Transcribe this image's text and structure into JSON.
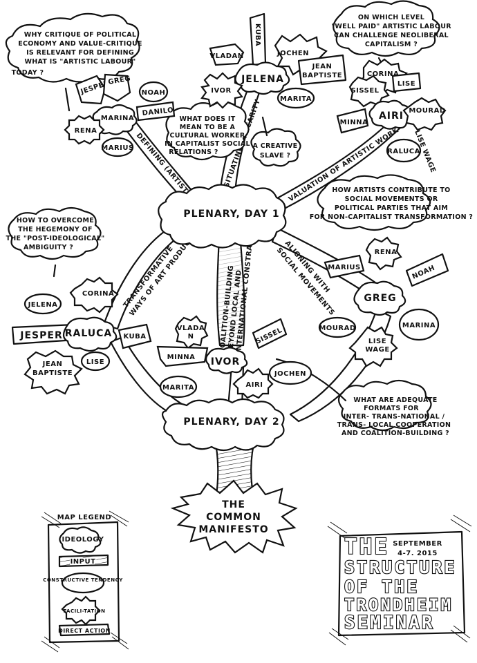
{
  "title": {
    "date_line1": "SEPTEMBER",
    "date_line2": "4-7. 2015",
    "lines": [
      "THE",
      "STRUCTURE",
      "OF THE",
      "TRONDHEIM",
      "SEMINAR"
    ]
  },
  "plenaries": {
    "day1": "PLENARY, DAY 1",
    "day2": "PLENARY, DAY 2"
  },
  "root": [
    "THE",
    "COMMON",
    "MANIFESTO"
  ],
  "branches": {
    "defining": "DEFINING (ARTISTIC) WORK",
    "precarity": "SITUATING PRECARITY",
    "valuation": "VALUATION OF ARTISTIC WORK",
    "transformative": [
      "TRANSFORMATIVE",
      "WAYS OF ART PRODUCTION"
    ],
    "coalition": [
      "COALITION-BUILDING",
      "BEYOND LOCAL AND",
      "INTERNATIONAL CONSTRAINTS"
    ],
    "aligning": [
      "ALIGNING WITH",
      "SOCIAL MOVEMENTS"
    ],
    "lise_wage": "LISE WAGE"
  },
  "questions": {
    "q1": [
      "WHY CRITIQUE OF POLITICAL",
      "ECONOMY AND VALUE-CRITIQUE",
      "IS RELEVANT FOR DEFINING",
      "WHAT IS \"ARTISTIC LABOUR\"",
      "TODAY ?"
    ],
    "q2": [
      "WHAT DOES IT",
      "MEAN TO BE A",
      "CULTURAL WORKER",
      "IN CAPITALIST SOCIAL",
      "RELATIONS ?"
    ],
    "q3": [
      "A CREATIVE",
      "SLAVE ?"
    ],
    "q4": [
      "ON WHICH LEVEL",
      "\"WELL PAID\" ARTISTIC LABOUR",
      "CAN CHALLENGE NEOLIBERAL",
      "CAPITALISM ?"
    ],
    "q5": [
      "HOW ARTISTS CONTRIBUTE TO",
      "SOCIAL MOVEMENTS   OR",
      "POLITICAL PARTIES THAT AIM",
      "FOR NON-CAPITALIST TRANSFORMATION ?"
    ],
    "q6": [
      "HOW TO OVERCOME",
      "THE HEGEMONY OF",
      "THE \"POST-IDEOLOGICAL\"",
      "AMBIGUITY ?"
    ],
    "q7": [
      "WHAT ARE ADEQUATE",
      "FORMATS FOR",
      "INTER- TRANS-NATIONAL /",
      "TRANS- LOCAL COOPERATION",
      "AND COALITION-BUILDING ?"
    ]
  },
  "people": {
    "marina_top": "MARINA",
    "jesper_top": "JESPER",
    "greg_top": "GREG",
    "noah_top": "NOAH",
    "danilo": "DANILO",
    "rena_top": "RENA",
    "marius_top": "MARIUS",
    "vladan_top": "VLADAN",
    "kuba_top": "KUBA",
    "jochen_top": "JOCHEN",
    "jelena_top": "JELENA",
    "jean_baptiste_top": [
      "JEAN",
      "BAPTISTE"
    ],
    "ivor_top": "IVOR",
    "marita_top": "MARITA",
    "corina_top": "CORINA",
    "sissel_top": "SISSEL",
    "lise_top": "LISE",
    "airi_top": "AIRI",
    "minna_top": "MINNA",
    "mourad_top": "MOURAD",
    "raluca_top": "RALUCA",
    "jelena_left": "JELENA",
    "corina_left": "CORINA",
    "jesper_left": "JESPER",
    "raluca_left": "RALUCA",
    "kuba_left": "KUBA",
    "jean_baptiste_left": [
      "JEAN",
      "BAPTISTE"
    ],
    "lise_left": "LISE",
    "vladan_mid": [
      "VLADA",
      "N"
    ],
    "minna_mid": "MINNA",
    "ivor_mid": "IVOR",
    "sissel_mid": "SISSEL",
    "marita_mid": "MARITA",
    "airi_mid": "AIRI",
    "jochen_mid": "JOCHEN",
    "rena_right": "RENA",
    "marius_right": "MARIUS",
    "greg_right": "GREG",
    "noah_right": "NOAH",
    "mourad_right": "MOURAD",
    "lise_wage_right": [
      "LISE",
      "WAGE"
    ],
    "marina_right": "MARINA"
  },
  "legend": {
    "title": "MAP LEGEND",
    "items": [
      "IDEOLOGY",
      "INPUT",
      "CONSTRUCTIVE TENDENCY",
      "FACILI-TATION",
      "DIRECT ACTION"
    ]
  }
}
